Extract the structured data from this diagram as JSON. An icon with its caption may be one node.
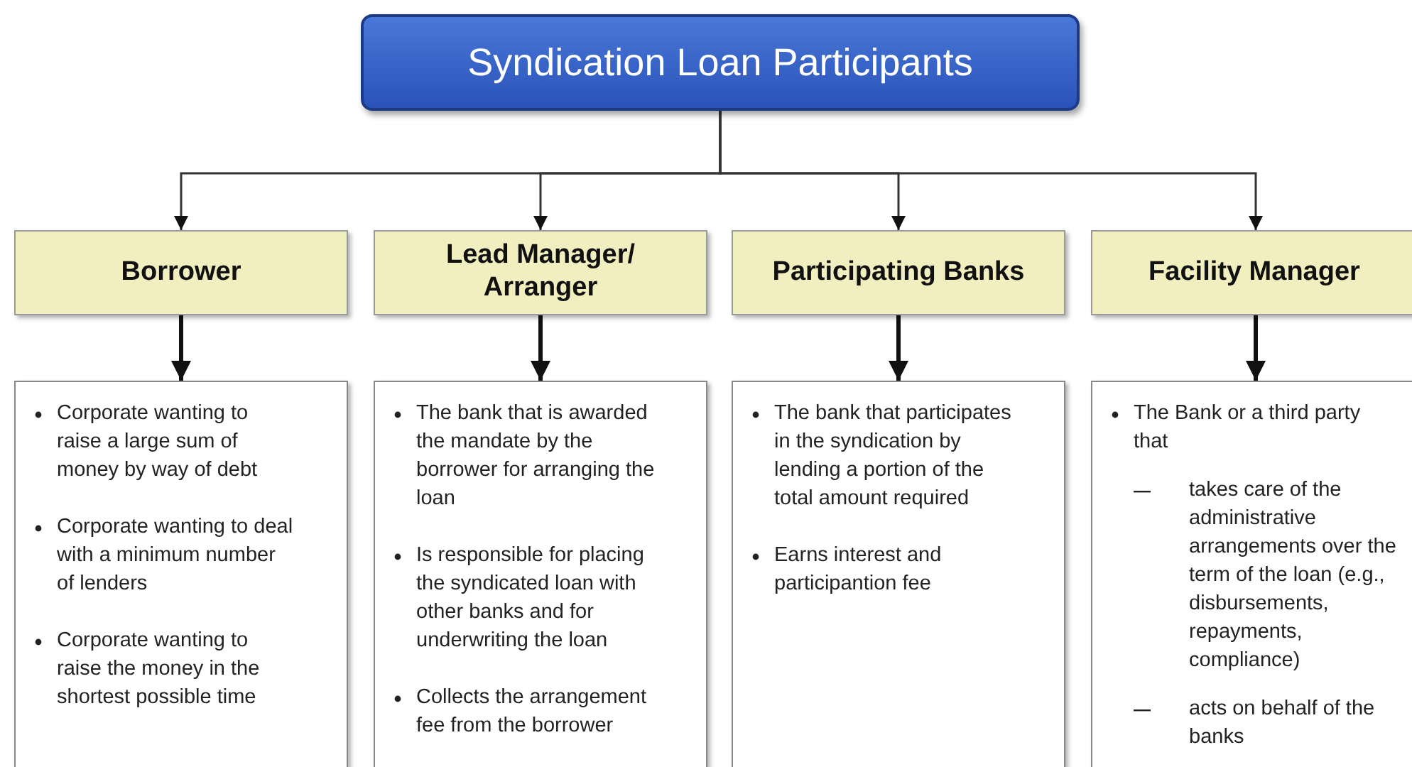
{
  "diagram": {
    "nodes": [
      {
        "text": [
          "Syndication Loan Participants"
        ]
      },
      {
        "text": [
          "Borrower"
        ]
      },
      {
        "text": [
          "Lead Manager/ Arranger"
        ]
      },
      {
        "text": [
          "Participating Banks"
        ]
      },
      {
        "text": [
          "Facility Manager"
        ]
      },
      {
        "text": [
          "Corporate wanting to raise a large sum of money by way of debt",
          "Corporate wanting to deal with a minimum number of lenders",
          "Corporate wanting to raise the money in the shortest possible time"
        ]
      },
      {
        "text": [
          "The bank that is awarded the mandate by the borrower for arranging the loan",
          "Is responsible for placing the syndicated loan with other banks and for underwriting the loan",
          "Collects the arrangement fee from the borrower"
        ]
      },
      {
        "text": [
          "The bank that participates in the syndication by lending a portion of the total amount required",
          "Earns interest and participantion fee"
        ]
      },
      {
        "text": [
          "The Bank or a third party that",
          "takes care of the administrative arrangements over the term of the loan (e.g., disbursements, repayments, compliance)",
          "acts on behalf of the banks"
        ]
      }
    ],
    "edges": [
      {
        "from": 0,
        "to": 1,
        "arrow": "to"
      },
      {
        "from": 0,
        "to": 2,
        "arrow": "to"
      },
      {
        "from": 0,
        "to": 3,
        "arrow": "to"
      },
      {
        "from": 0,
        "to": 4,
        "arrow": "to"
      },
      {
        "from": 1,
        "to": 5,
        "arrow": "to",
        "style": "thick"
      },
      {
        "from": 2,
        "to": 6,
        "arrow": "to",
        "style": "thick"
      },
      {
        "from": 3,
        "to": 7,
        "arrow": "to",
        "style": "thick"
      },
      {
        "from": 4,
        "to": 8,
        "arrow": "to",
        "style": "thick"
      }
    ]
  }
}
